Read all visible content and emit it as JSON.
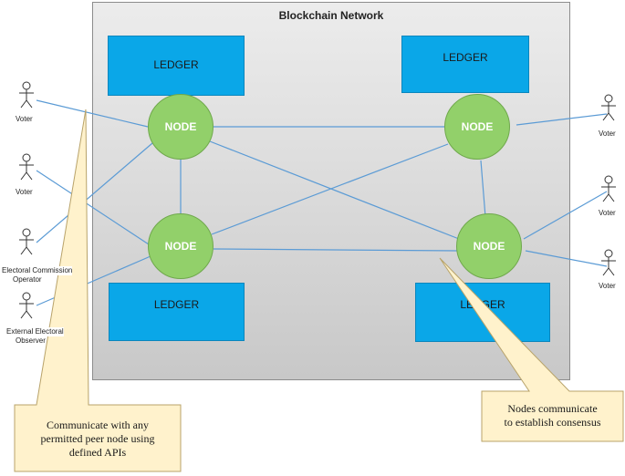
{
  "network": {
    "title": "Blockchain Network"
  },
  "ledgers": [
    {
      "id": "ledger-top-left",
      "label": "LEDGER"
    },
    {
      "id": "ledger-top-right",
      "label": "LEDGER"
    },
    {
      "id": "ledger-bottom-left",
      "label": "LEDGER"
    },
    {
      "id": "ledger-bottom-right",
      "label": "LEDGER"
    }
  ],
  "nodes": [
    {
      "id": "node-top-left",
      "label": "NODE"
    },
    {
      "id": "node-top-right",
      "label": "NODE"
    },
    {
      "id": "node-bottom-left",
      "label": "NODE"
    },
    {
      "id": "node-bottom-right",
      "label": "NODE"
    }
  ],
  "actors": {
    "left_1": "Voter",
    "left_2": "Voter",
    "left_3_line1": "Electoral Commission",
    "left_3_line2": "Operator",
    "left_4_line1": "External Electoral",
    "left_4_line2": "Observer",
    "right_1": "Voter",
    "right_2": "Voter",
    "right_3": "Voter"
  },
  "callouts": {
    "left_line1": "Communicate with any",
    "left_line2": "permitted peer node using",
    "left_line3": "defined APIs",
    "right_line1": "Nodes communicate",
    "right_line2": "to establish consensus"
  },
  "colors": {
    "ledger": "#0aa7e8",
    "node": "#92d06a",
    "connector": "#5b9bd5",
    "callout": "#fff2cc"
  }
}
